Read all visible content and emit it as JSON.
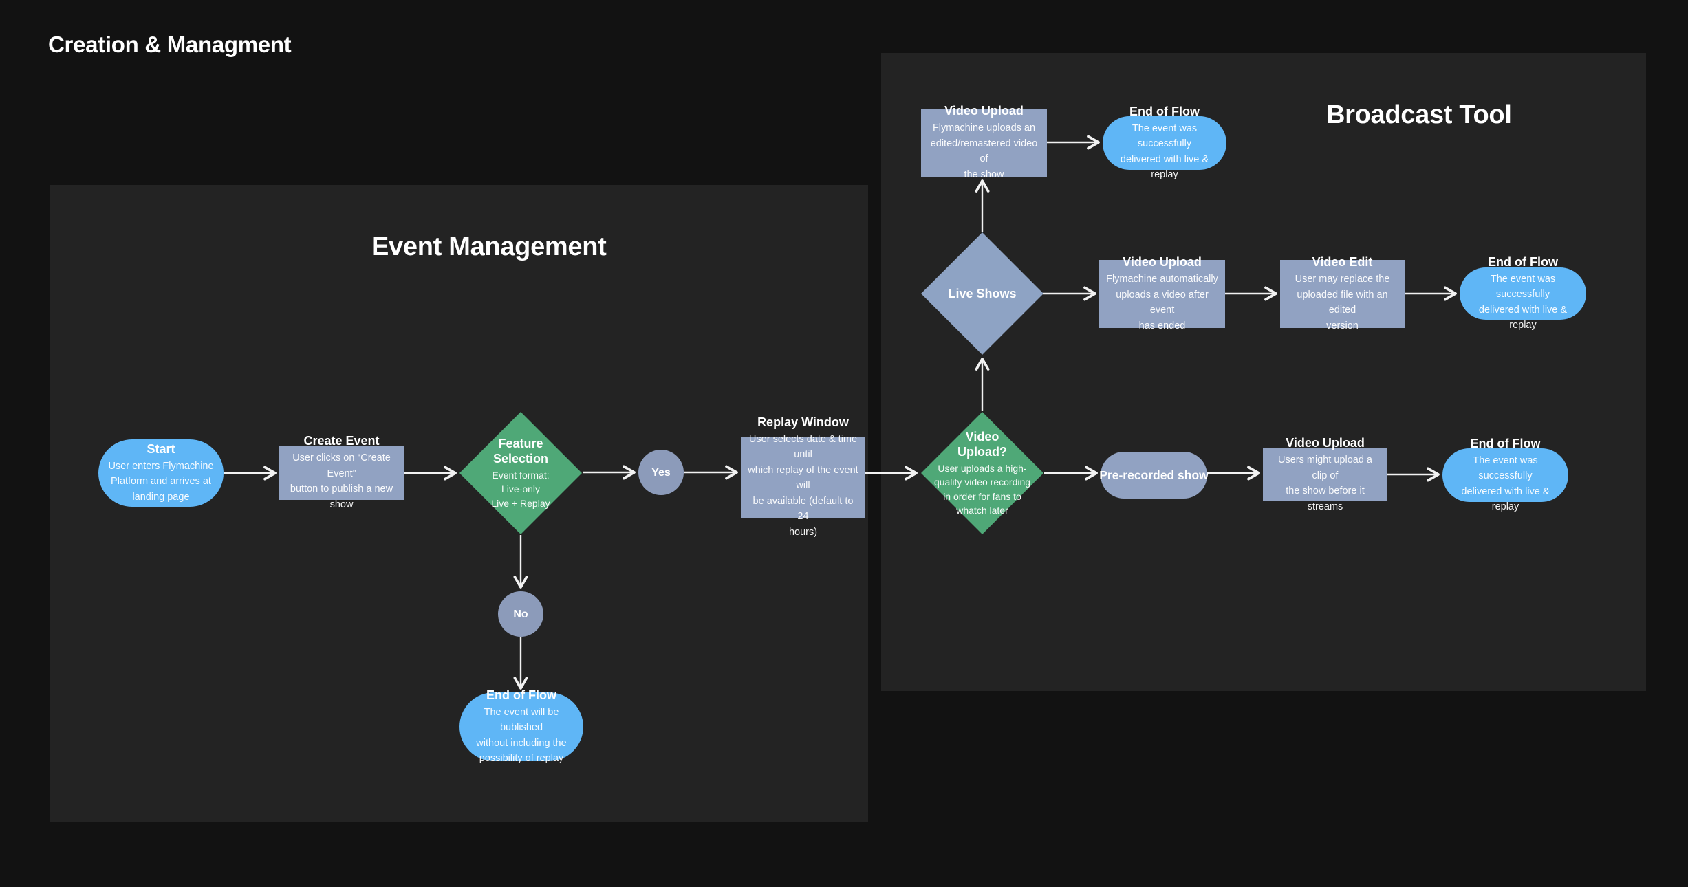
{
  "page_title": "Creation & Managment",
  "colors": {
    "background": "#121212",
    "panel": "#232323",
    "node_blue": "#5fb6f6",
    "node_slate": "#91a2c2",
    "node_green": "#4fa877",
    "circle_slate": "#8c9bba",
    "arrow": "#f2f2f2",
    "text": "#ffffff"
  },
  "event_management": {
    "heading": "Event Management",
    "nodes": {
      "start": {
        "title": "Start",
        "body": "User enters Flymachine\nPlatform and arrives at\nlanding page"
      },
      "create_event": {
        "title": "Create Event",
        "body": "User clicks on “Create Event”\nbutton to publish a new show"
      },
      "feature_selection": {
        "title": "Feature\nSelection",
        "body": "Event format:\nLive-only\nLive + Replay"
      },
      "yes": {
        "label": "Yes"
      },
      "no": {
        "label": "No"
      },
      "replay_window": {
        "title": "Replay Window",
        "body": "User selects date & time until\nwhich replay of the event will\nbe available (default to 24\nhours)"
      },
      "end_of_flow": {
        "title": "End of Flow",
        "body": "The event will be bublished\nwithout including the\npossibility of replay"
      }
    }
  },
  "broadcast_tool": {
    "heading": "Broadcast Tool",
    "nodes": {
      "video_upload_question": {
        "title": "Video\nUpload?",
        "body": "User uploads a high-\nquality video recording\nin order for fans to\nwhatch later"
      },
      "live_shows": {
        "title": "Live Shows"
      },
      "video_upload_top": {
        "title": "Video Upload",
        "body": "Flymachine uploads an\nedited/remastered video of\nthe show"
      },
      "end_of_flow_top": {
        "title": "End of Flow",
        "body": "The event was successfully\ndelivered with live & replay"
      },
      "video_upload_live": {
        "title": "Video Upload",
        "body": "Flymachine automatically\nuploads a video after event\nhas ended"
      },
      "video_edit": {
        "title": "Video Edit",
        "body": "User may replace the\nuploaded file with an edited\nversion"
      },
      "end_of_flow_live": {
        "title": "End of Flow",
        "body": "The event was successfully\ndelivered with live & replay"
      },
      "pre_recorded_show": {
        "title": "Pre-recorded show"
      },
      "video_upload_prerecorded": {
        "title": "Video Upload",
        "body": "Users might upload a clip of\nthe show before it streams"
      },
      "end_of_flow_prerecorded": {
        "title": "End of Flow",
        "body": "The event was successfully\ndelivered with live & replay"
      }
    }
  }
}
